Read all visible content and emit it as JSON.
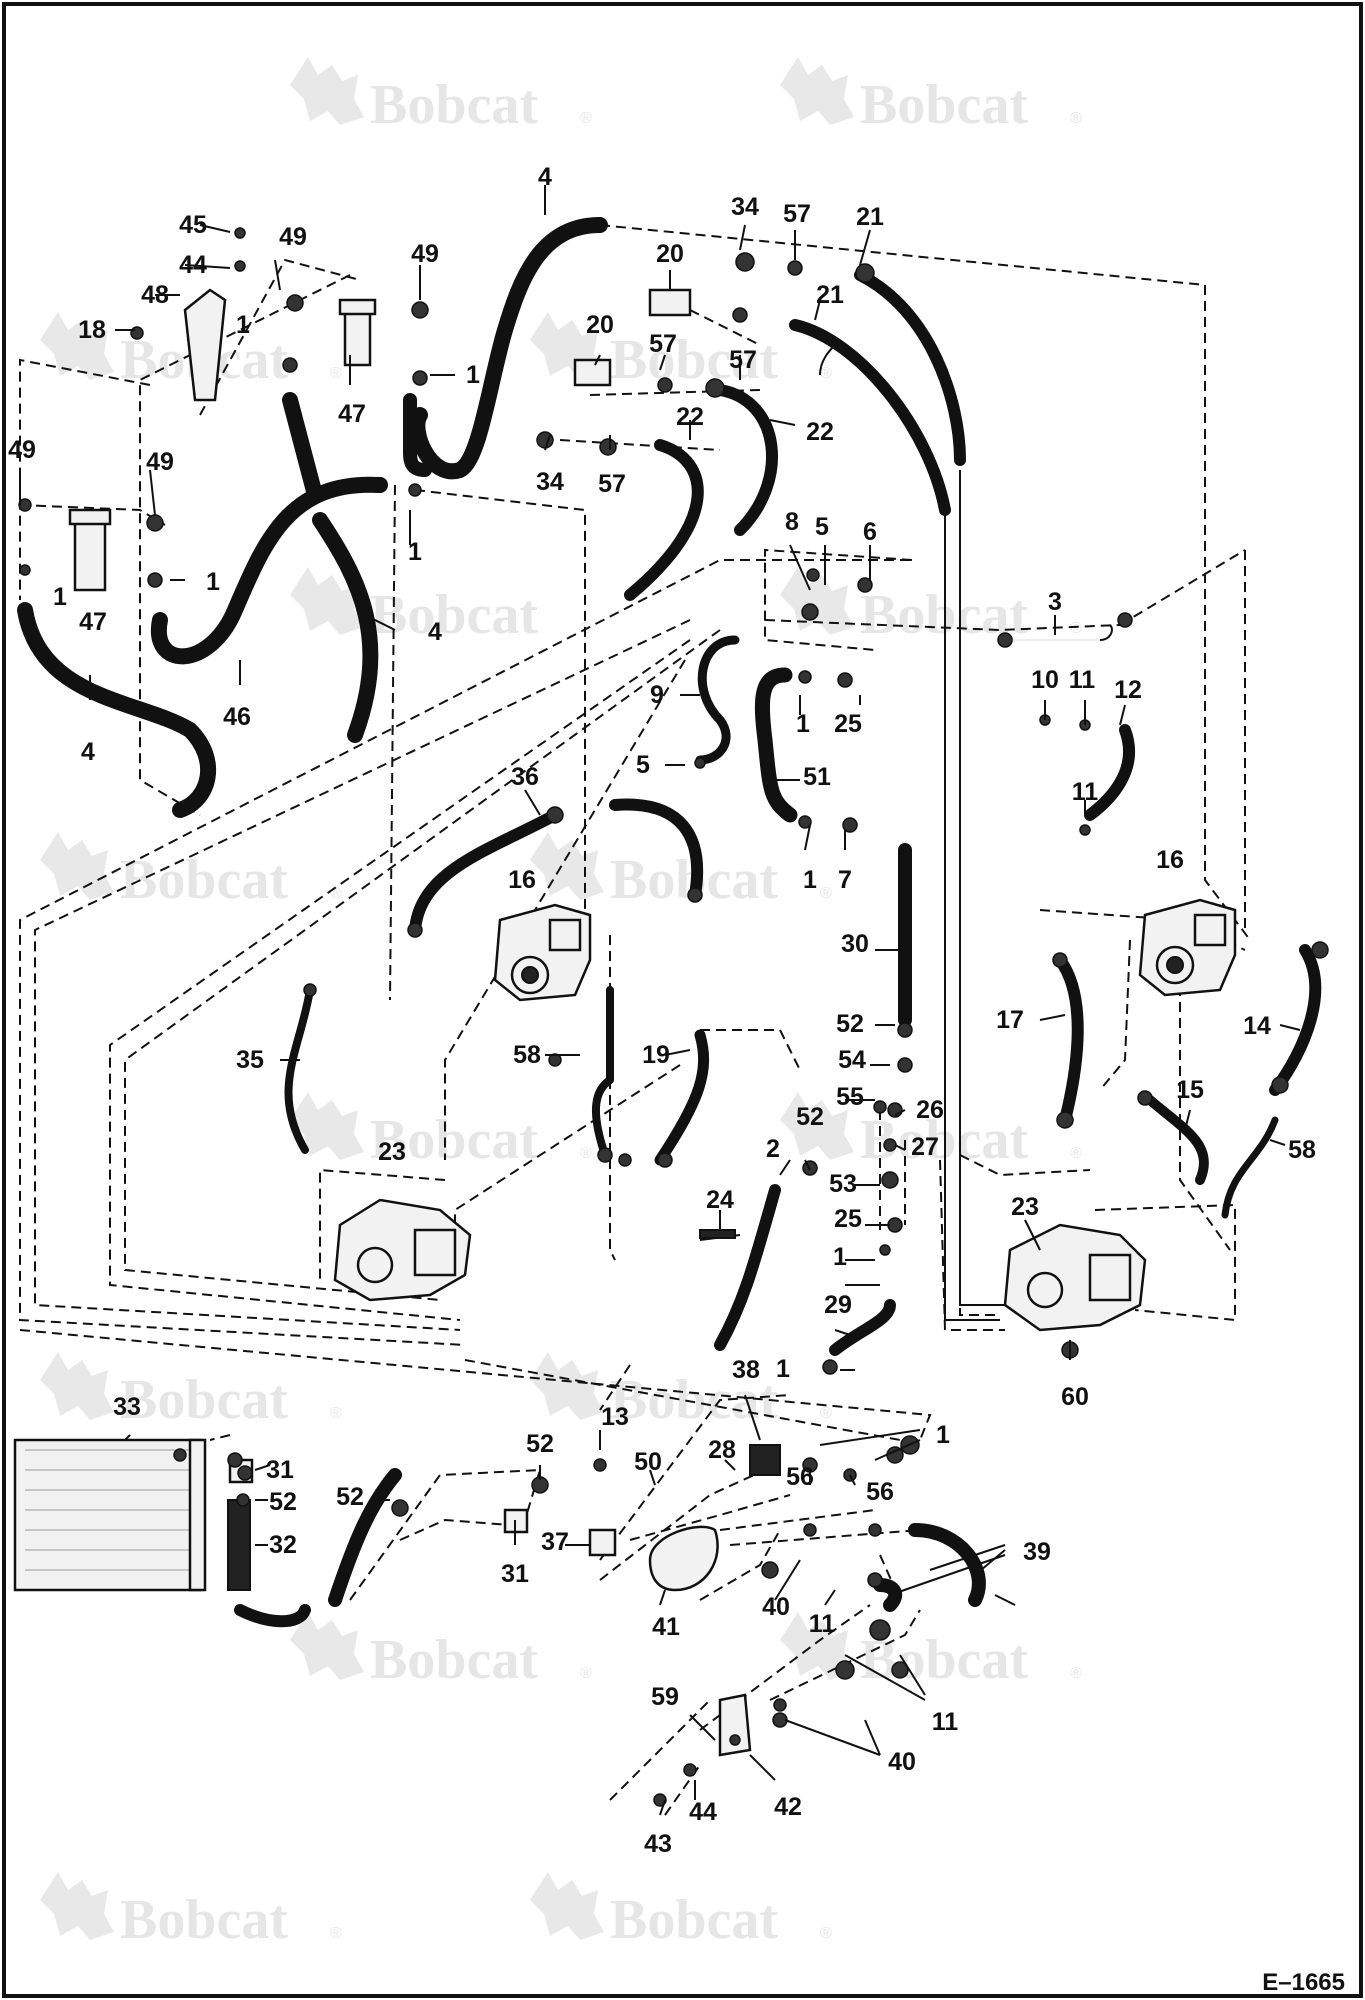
{
  "brand": {
    "watermark": "Bobcat",
    "registered": "®"
  },
  "figure_ref": "E–1665",
  "callouts": [
    "1",
    "2",
    "3",
    "4",
    "5",
    "6",
    "7",
    "8",
    "9",
    "10",
    "11",
    "12",
    "13",
    "14",
    "15",
    "16",
    "17",
    "19",
    "20",
    "21",
    "22",
    "23",
    "24",
    "25",
    "26",
    "27",
    "28",
    "29",
    "30",
    "31",
    "32",
    "33",
    "34",
    "35",
    "36",
    "37",
    "38",
    "39",
    "40",
    "41",
    "42",
    "43",
    "44",
    "45",
    "46",
    "47",
    "48",
    "49",
    "50",
    "51",
    "52",
    "53",
    "54",
    "55",
    "56",
    "57",
    "58",
    "59",
    "60",
    "18"
  ],
  "colors": {
    "ink": "#111111",
    "watermark": "#e6e6e6",
    "background": "#ffffff"
  }
}
